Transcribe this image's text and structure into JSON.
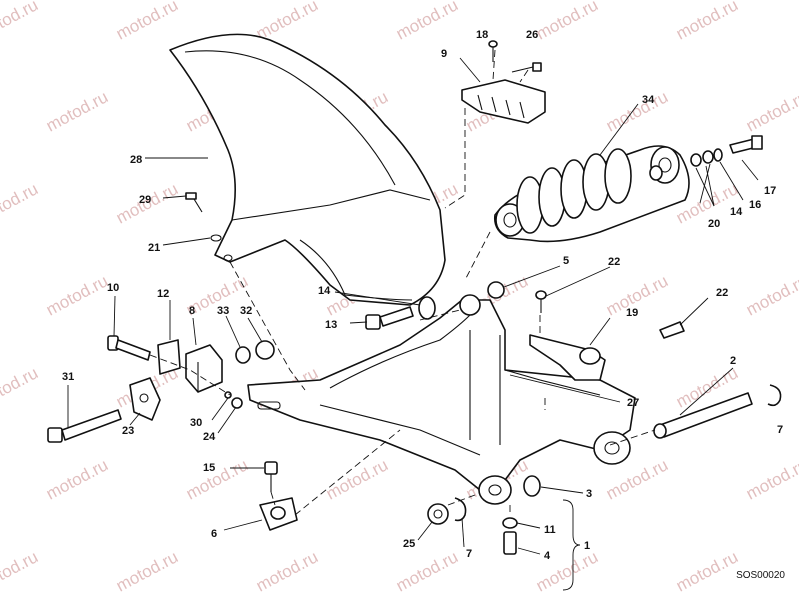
{
  "watermark": "motod.ru",
  "drawing_code": "SOS00020",
  "callouts": {
    "c1": "1",
    "c2": "2",
    "c3": "3",
    "c4": "4",
    "c5": "5",
    "c6": "6",
    "c7a": "7",
    "c7b": "7",
    "c8": "8",
    "c9": "9",
    "c10": "10",
    "c11": "11",
    "c12": "12",
    "c13": "13",
    "c14a": "14",
    "c14b": "14",
    "c15": "15",
    "c16": "16",
    "c17": "17",
    "c18": "18",
    "c19": "19",
    "c20": "20",
    "c21": "21",
    "c22a": "22",
    "c22b": "22",
    "c23": "23",
    "c24": "24",
    "c25": "25",
    "c26": "26",
    "c27": "27",
    "c28": "28",
    "c29": "29",
    "c30": "30",
    "c31": "31",
    "c32": "32",
    "c33": "33",
    "c34": "34"
  }
}
